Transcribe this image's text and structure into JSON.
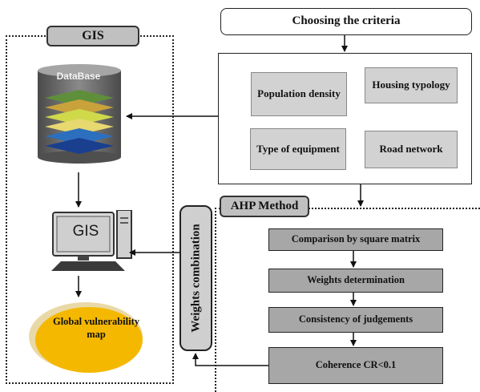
{
  "gis": {
    "tab_label": "GIS",
    "database_label": "DataBase",
    "computer_label": "GIS",
    "output_label": "Global vulnerability map"
  },
  "criteria": {
    "title": "Choosing the criteria",
    "items": [
      "Population density",
      "Housing typology",
      "Type of equipment",
      "Road network"
    ]
  },
  "ahp": {
    "tab_label": "AHP Method",
    "steps": [
      "Comparison by square matrix",
      "Weights determination",
      "Consistency of judgements",
      "Coherence CR<0.1"
    ]
  },
  "weights_label": "Weights combination",
  "colors": {
    "box_gray": "#a7a7a7",
    "tab_gray": "#c0c0c0",
    "map_yellow": "#f5b800",
    "db_gray": "#6b6b6b"
  }
}
